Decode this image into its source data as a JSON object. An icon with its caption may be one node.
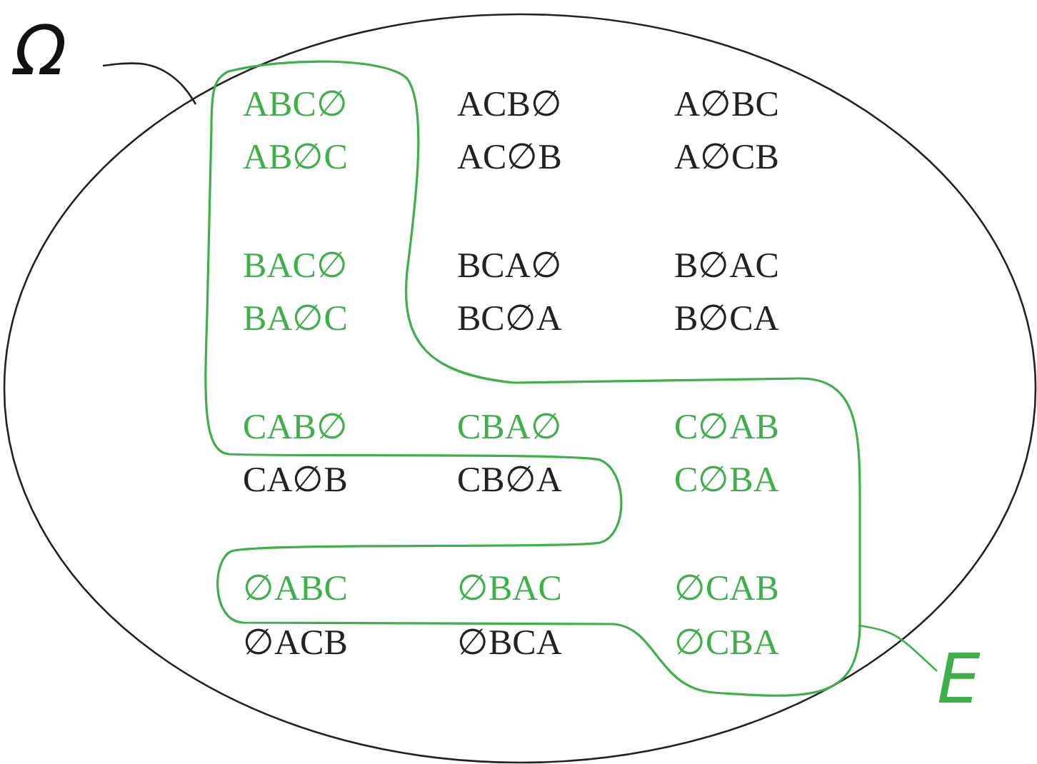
{
  "diagram": {
    "nodes": [
      {
        "text": [
          "Ω"
        ]
      },
      {
        "text": [],
        "shape": "ellipse"
      },
      {
        "text": [],
        "shape": "blob",
        "in": 1
      },
      {
        "text": [
          "ABC∅"
        ],
        "in": 2
      },
      {
        "text": [
          "ACB∅"
        ],
        "in": 1
      },
      {
        "text": [
          "A∅BC"
        ],
        "in": 1
      },
      {
        "text": [
          "AB∅C"
        ],
        "in": 2
      },
      {
        "text": [
          "AC∅B"
        ],
        "in": 1
      },
      {
        "text": [
          "A∅CB"
        ],
        "in": 1
      },
      {
        "text": [
          "BAC∅"
        ],
        "in": 2
      },
      {
        "text": [
          "BCA∅"
        ],
        "in": 1
      },
      {
        "text": [
          "B∅AC"
        ],
        "in": 1
      },
      {
        "text": [
          "BA∅C"
        ],
        "in": 2
      },
      {
        "text": [
          "BC∅A"
        ],
        "in": 1
      },
      {
        "text": [
          "B∅CA"
        ],
        "in": 1
      },
      {
        "text": [
          "CAB∅"
        ],
        "in": 2
      },
      {
        "text": [
          "CBA∅"
        ],
        "in": 2
      },
      {
        "text": [
          "C∅AB"
        ],
        "in": 2
      },
      {
        "text": [
          "CA∅B"
        ],
        "in": 1
      },
      {
        "text": [
          "CB∅A"
        ],
        "in": 1
      },
      {
        "text": [
          "C∅BA"
        ],
        "in": 2
      },
      {
        "text": [
          "∅ABC"
        ],
        "in": 2
      },
      {
        "text": [
          "∅BAC"
        ],
        "in": 2
      },
      {
        "text": [
          "∅CAB"
        ],
        "in": 2
      },
      {
        "text": [
          "∅ACB"
        ],
        "in": 1
      },
      {
        "text": [
          "∅BCA"
        ],
        "in": 1
      },
      {
        "text": [
          "∅CBA"
        ],
        "in": 2
      },
      {
        "text": [
          "E"
        ]
      }
    ],
    "edges": [
      {
        "from": 0,
        "to": 1,
        "arrow": "none"
      },
      {
        "from": 27,
        "to": 2,
        "arrow": "none",
        "color": "#3db048"
      }
    ]
  }
}
